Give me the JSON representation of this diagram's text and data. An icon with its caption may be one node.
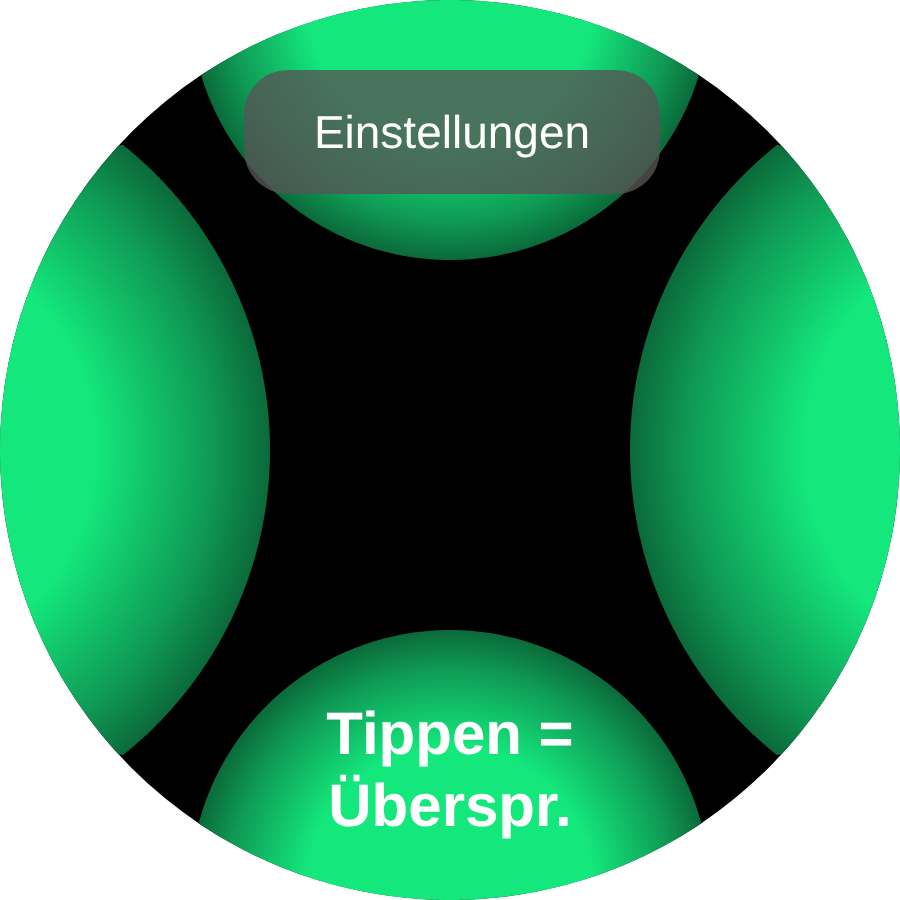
{
  "diagram": {
    "nodes": [
      {
        "text": [],
        "shape": "circle"
      },
      {
        "text": [
          "Einstellungen"
        ],
        "in": 0
      },
      {
        "text": [],
        "shape": "circle"
      },
      {
        "text": [],
        "shape": "circle"
      },
      {
        "text": [
          "Tippen = Überspr."
        ]
      }
    ],
    "edges": []
  }
}
